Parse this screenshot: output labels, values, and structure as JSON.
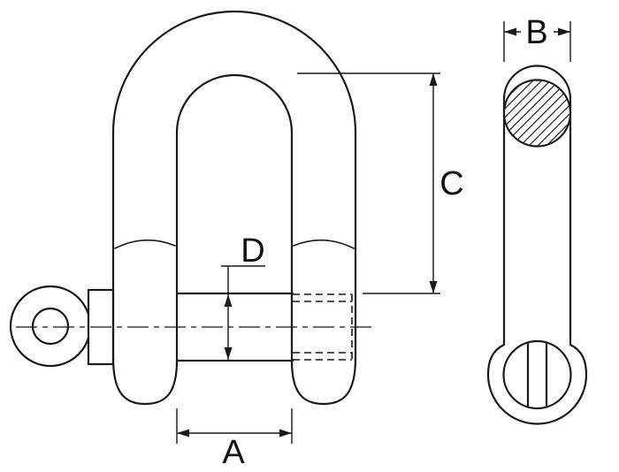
{
  "drawing": {
    "labels": {
      "A": "A",
      "B": "B",
      "C": "C",
      "D": "D"
    }
  },
  "colors": {
    "line": "#1a1a1a",
    "background": "#ffffff"
  }
}
